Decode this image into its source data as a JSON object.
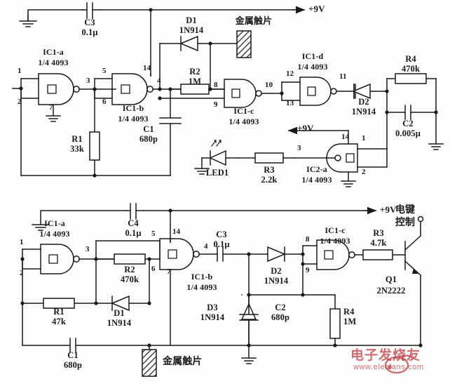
{
  "page": {
    "title": "4093 Schmitt NAND touch-switch circuits",
    "background": "#fdfdfd",
    "ink": "#1a1a1a",
    "watermark_color": "#b8363c"
  },
  "watermark": {
    "text": "电子发烧友",
    "url": "www.elecfans.com",
    "icon": "bug-logo-icon"
  },
  "circuit_top": {
    "supply_label": "+9V",
    "contact_label": "金属触片",
    "gates": [
      {
        "ref": "IC1-a",
        "type": "1/4 4093",
        "pins": [
          "1",
          "2",
          "3",
          "7"
        ]
      },
      {
        "ref": "IC1-b",
        "type": "1/4 4093",
        "pins": [
          "5",
          "6",
          "4",
          "14"
        ]
      },
      {
        "ref": "IC1-c",
        "type": "1/4 4093",
        "pins": [
          "8",
          "9",
          "10"
        ]
      },
      {
        "ref": "IC1-d",
        "type": "1/4 4093",
        "pins": [
          "12",
          "13",
          "11"
        ]
      },
      {
        "ref": "IC2-a",
        "type": "1/4 4093",
        "pins": [
          "3",
          "1",
          "2",
          "14"
        ]
      }
    ],
    "components": [
      {
        "ref": "C3",
        "value": "0.1μ",
        "kind": "capacitor"
      },
      {
        "ref": "C1",
        "value": "680p",
        "kind": "capacitor"
      },
      {
        "ref": "C2",
        "value": "0.005μ",
        "kind": "capacitor"
      },
      {
        "ref": "R1",
        "value": "33k",
        "kind": "resistor"
      },
      {
        "ref": "R2",
        "value": "1M",
        "kind": "resistor"
      },
      {
        "ref": "R3",
        "value": "2.2k",
        "kind": "resistor"
      },
      {
        "ref": "R4",
        "value": "470k",
        "kind": "resistor"
      },
      {
        "ref": "D1",
        "value": "1N914",
        "kind": "diode"
      },
      {
        "ref": "D2",
        "value": "1N914",
        "kind": "diode"
      },
      {
        "ref": "LED1",
        "value": "",
        "kind": "led"
      }
    ]
  },
  "circuit_bottom": {
    "supply_label": "+9V",
    "contact_label": "金属触片",
    "key_control_label": "电键\n控制",
    "gates": [
      {
        "ref": "IC1-a",
        "type": "1/4 4093",
        "pins": [
          "1",
          "2",
          "3"
        ]
      },
      {
        "ref": "IC1-b",
        "type": "1/4 4093",
        "pins": [
          "5",
          "6",
          "7",
          "4",
          "14"
        ]
      },
      {
        "ref": "IC1-c",
        "type": "1/4 4093",
        "pins": [
          "8",
          "9"
        ]
      }
    ],
    "components": [
      {
        "ref": "C4",
        "value": "0.1μ",
        "kind": "capacitor"
      },
      {
        "ref": "C3",
        "value": "0.1μ",
        "kind": "capacitor"
      },
      {
        "ref": "C1",
        "value": "680p",
        "kind": "capacitor"
      },
      {
        "ref": "C2",
        "value": "680p",
        "kind": "capacitor"
      },
      {
        "ref": "R1",
        "value": "47k",
        "kind": "resistor"
      },
      {
        "ref": "R2",
        "value": "470k",
        "kind": "resistor"
      },
      {
        "ref": "R3",
        "value": "4.7k",
        "kind": "resistor"
      },
      {
        "ref": "R4",
        "value": "1M",
        "kind": "resistor"
      },
      {
        "ref": "D1",
        "value": "1N914",
        "kind": "diode"
      },
      {
        "ref": "D2",
        "value": "1N914",
        "kind": "diode"
      },
      {
        "ref": "D3",
        "value": "1N914",
        "kind": "diode"
      },
      {
        "ref": "Q1",
        "value": "2N2222",
        "kind": "transistor-npn"
      }
    ]
  },
  "text": {
    "t_c3_ref": "C3",
    "t_c3_val": "0.1μ",
    "t_ic1a_ref": "IC1-a",
    "t_ic1a_type": "1/4 4093",
    "t_ic1b_ref": "IC1-b",
    "t_ic1b_type": "1/4 4093",
    "t_ic1c_ref": "IC1-c",
    "t_ic1c_type": "1/4 4093",
    "t_ic1d_ref": "IC1-d",
    "t_ic1d_type": "1/4 4093",
    "t_ic2a_ref": "IC2-a",
    "t_ic2a_type": "1/4 4093",
    "t_d1_ref": "D1",
    "t_d1_val": "1N914",
    "t_d2_ref": "D2",
    "t_d2_val": "1N914",
    "t_r1_ref": "R1",
    "t_r1_val": "33k",
    "t_r2_ref": "R2",
    "t_r2_val": "1M",
    "t_r3_ref": "R3",
    "t_r3_val": "2.2k",
    "t_r4_ref": "R4",
    "t_r4_val": "470k",
    "t_c1_ref": "C1",
    "t_c1_val": "680p",
    "t_c2_ref": "C2",
    "t_c2_val": "0.005μ",
    "t_led1": "LED1",
    "t_plus9v": "+9V",
    "t_contact": "金属触片",
    "p1": "1",
    "p2": "2",
    "p3": "3",
    "p4": "4",
    "p5": "5",
    "p6": "6",
    "p7": "7",
    "p8": "8",
    "p9": "9",
    "p10": "10",
    "p11": "11",
    "p12": "12",
    "p13": "13",
    "p14": "14",
    "b_c4_ref": "C4",
    "b_c4_val": "0.1μ",
    "b_c3_ref": "C3",
    "b_c3_val": "0.1μ",
    "b_c1_ref": "C1",
    "b_c1_val": "680p",
    "b_c2_ref": "C2",
    "b_c2_val": "680p",
    "b_r1_ref": "R1",
    "b_r1_val": "47k",
    "b_r2_ref": "R2",
    "b_r2_val": "470k",
    "b_r3_ref": "R3",
    "b_r3_val": "4.7k",
    "b_r4_ref": "R4",
    "b_r4_val": "1M",
    "b_d1_ref": "D1",
    "b_d1_val": "1N914",
    "b_d2_ref": "D2",
    "b_d2_val": "1N914",
    "b_d3_ref": "D3",
    "b_d3_val": "1N914",
    "b_q1_ref": "Q1",
    "b_q1_val": "2N2222",
    "b_ic1a_ref": "IC1-a",
    "b_ic1a_type": "1/4 4093",
    "b_ic1b_ref": "IC1-b",
    "b_ic1b_type": "1/4 4093",
    "b_ic1c_ref": "IC1-c",
    "b_ic1c_type": "1/4 4093",
    "b_key1": "电键",
    "b_key2": "控制",
    "b_plus9v": "+9V",
    "b_contact": "金属触片",
    "wm_text": "电子发烧友",
    "wm_url": "www.elecfans.com"
  }
}
